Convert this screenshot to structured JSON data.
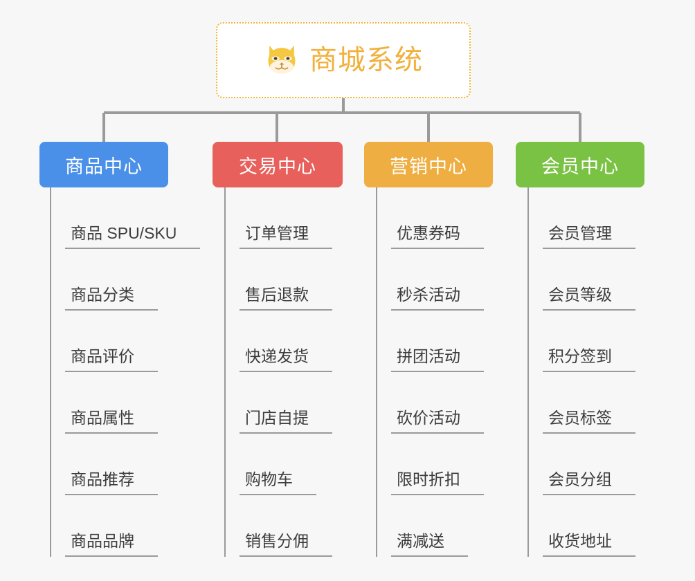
{
  "root": {
    "title": "商城系统",
    "icon": "shiba-dog-face-icon",
    "accent_color": "#f2b03c",
    "border_color": "#f0b637",
    "background": "#ffffff"
  },
  "canvas": {
    "background": "#f7f7f7",
    "connector_color": "#9a9a9a"
  },
  "branches": [
    {
      "title": "商品中心",
      "color": "#4a90e8",
      "items": [
        "商品 SPU/SKU",
        "商品分类",
        "商品评价",
        "商品属性",
        "商品推荐",
        "商品品牌"
      ]
    },
    {
      "title": "交易中心",
      "color": "#e8605c",
      "items": [
        "订单管理",
        "售后退款",
        "快递发货",
        "门店自提",
        "购物车",
        "销售分佣"
      ]
    },
    {
      "title": "营销中心",
      "color": "#eeae41",
      "items": [
        "优惠券码",
        "秒杀活动",
        "拼团活动",
        "砍价活动",
        "限时折扣",
        "满减送"
      ]
    },
    {
      "title": "会员中心",
      "color": "#7ac243",
      "items": [
        "会员管理",
        "会员等级",
        "积分签到",
        "会员标签",
        "会员分组",
        "收货地址"
      ]
    }
  ]
}
